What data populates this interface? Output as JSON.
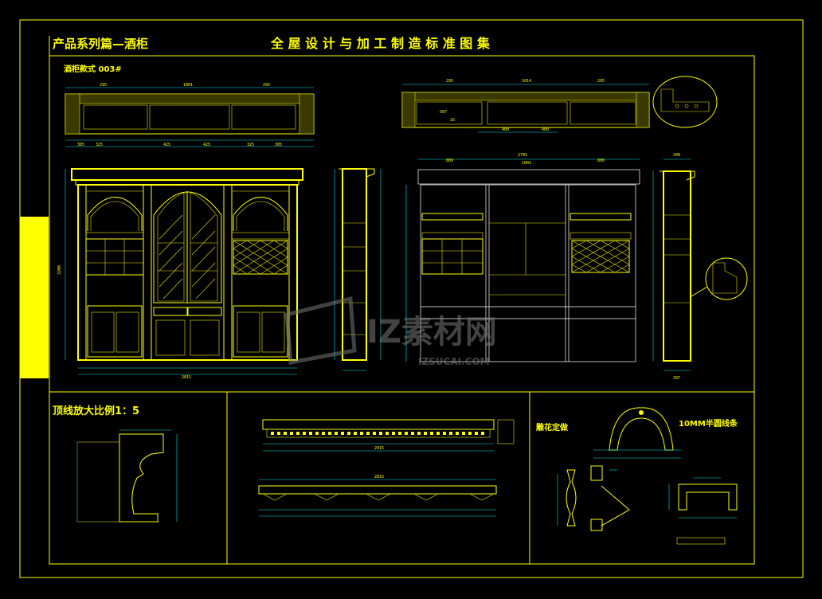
{
  "drawing": {
    "header_left": "产品系列篇—酒柜",
    "header_center": "全 屋 设 计 与 加 工 制 造 标 准 图 集",
    "view_label": "酒柜款式  003#",
    "section_top_line": "顶线放大比例1：5",
    "label_carving": "雕花定做",
    "label_half_round": "10MM半圆线条"
  },
  "dimensions": {
    "top_plan_left": [
      "295",
      "1801",
      "295"
    ],
    "top_plan_left_bottom": [
      "305",
      "325",
      "425",
      "425",
      "325",
      "305"
    ],
    "top_plan_right": [
      "295",
      "1014",
      "295"
    ],
    "top_plan_right_inner": [
      "16",
      "507",
      "400",
      "400"
    ],
    "front_total": "2815",
    "front_height": "3200",
    "side_widths": [
      "2791",
      "809",
      "1001",
      "800"
    ],
    "bottom_total": "2015",
    "bottom_total_2": "2815",
    "right_side_top": "348",
    "right_side_bottom": "397"
  },
  "watermark": {
    "brand": "IZ素材网",
    "url": "IZSUCAI.COM"
  },
  "colors": {
    "background": "#000000",
    "primary_line": "#ffff00",
    "secondary_line": "#00e6e6",
    "watermark": "#7a7a7a"
  }
}
